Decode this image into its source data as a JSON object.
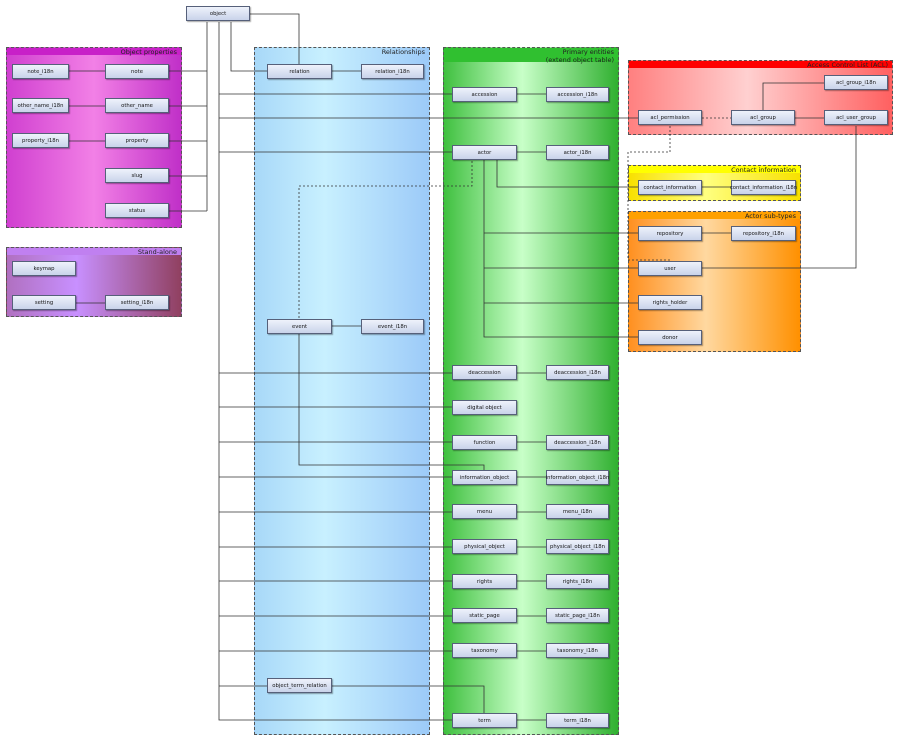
{
  "groups": {
    "object_properties": "Object properties",
    "standalone": "Stand-alone",
    "relationships": "Relationships",
    "primary_entities": "Primary entities\n(extend object table)",
    "access_control": "Access Control List (ACL)",
    "contact_information": "Contact information",
    "actor_subtypes": "Actor sub-types"
  },
  "entities": {
    "object": "object",
    "note_i18n": "note_i18n",
    "note": "note",
    "other_name_i18n": "other_name_i18n",
    "other_name": "other_name",
    "property_i18n": "property_i18n",
    "property": "property",
    "slug": "slug",
    "status": "status",
    "keymap": "keymap",
    "setting": "setting",
    "setting_i18n": "setting_i18n",
    "relation": "relation",
    "relation_i18n": "relation_i18n",
    "event": "event",
    "event_i18n": "event_i18n",
    "object_term_relation": "object_term_relation",
    "accession": "accession",
    "accession_i18n": "accession_i18n",
    "actor": "actor",
    "actor_i18n": "actor_i18n",
    "deaccession": "deaccession",
    "deaccession_i18n": "deaccession_i18n",
    "digital_object": "digital object",
    "function": "function",
    "function_i18n": "deaccession_i18n",
    "information_object": "information_object",
    "information_object_i18n": "information_object_i18n",
    "menu": "menu",
    "menu_i18n": "menu_i18n",
    "physical_object": "physical_object",
    "physical_object_i18n": "physical_object_i18n",
    "rights": "rights",
    "rights_i18n": "rights_i18n",
    "static_page": "static_page",
    "static_page_i18n": "static_page_i18n",
    "taxonomy": "taxonomy",
    "taxonomy_i18n": "taxonomy_i18n",
    "term": "term",
    "term_i18n": "term_i18n",
    "acl_group_i18n": "acl_group_i18n",
    "acl_permission": "acl_permission",
    "acl_group": "acl_group",
    "acl_user_group": "acl_user_group",
    "contact_information": "contact_information",
    "contact_information_i18n": "contact_information_i18n",
    "repository": "repository",
    "repository_i18n": "repository_i18n",
    "user": "user",
    "rights_holder": "rights_holder",
    "donor": "donor"
  },
  "colors": {
    "line": "#333333",
    "entity_border": "#56607a"
  }
}
